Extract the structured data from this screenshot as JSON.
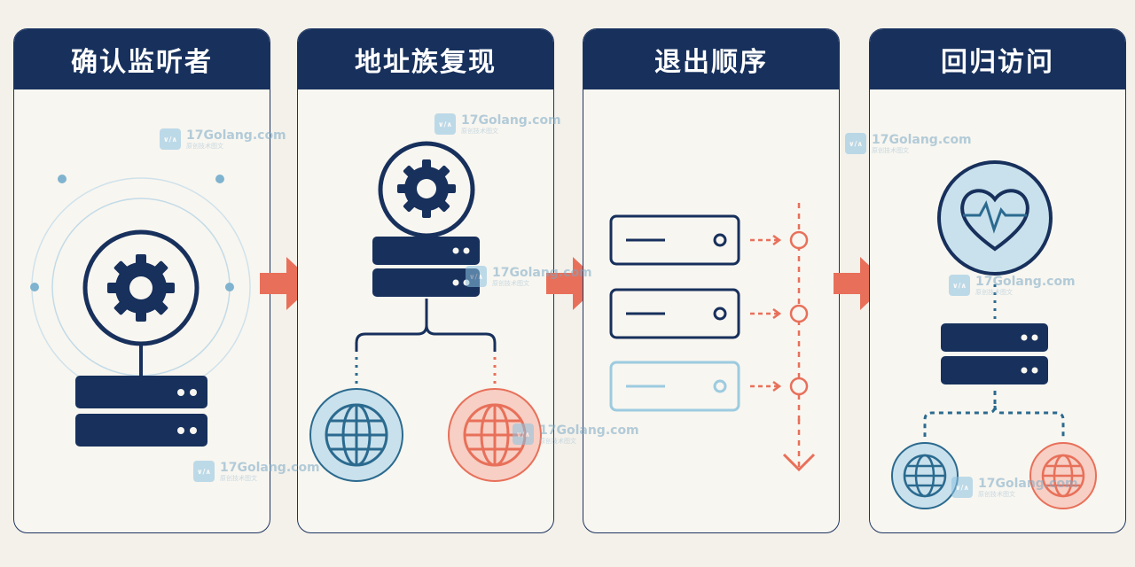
{
  "panels": [
    {
      "title": "确认监听者"
    },
    {
      "title": "地址族复现"
    },
    {
      "title": "退出顺序"
    },
    {
      "title": "回归访问"
    }
  ],
  "watermark": {
    "site": "17Golang.com",
    "sub": "原创技术图文",
    "badge": "∨/∧"
  },
  "colors": {
    "navy": "#17305c",
    "accent": "#e8705a",
    "light_blue": "#9ccbe0",
    "background": "#f4f1ea"
  },
  "icons": [
    "gear-icon",
    "server-icon",
    "globe-icon",
    "heart-pulse-icon",
    "right-arrow-icon",
    "down-arrow-icon"
  ]
}
